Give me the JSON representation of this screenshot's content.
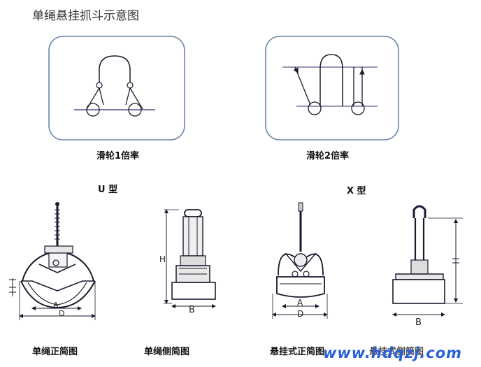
{
  "title": "单绳悬挂抓斗示意图",
  "pulley": {
    "left_caption": "滑轮1倍率",
    "right_caption": "滑轮2倍率"
  },
  "types": {
    "u_label": "U 型",
    "x_label": "X 型"
  },
  "views": {
    "u_front": {
      "caption": "单绳正简图",
      "dim_a": "A",
      "dim_d": "D"
    },
    "u_side": {
      "caption": "单绳侧简图",
      "dim_h": "H",
      "dim_b": "B"
    },
    "x_front": {
      "caption": "悬挂式正简图",
      "dim_a": "A",
      "dim_d": "D"
    },
    "x_side": {
      "caption": "悬挂式侧简图",
      "dim_b": "B"
    }
  },
  "watermark": "www.hdqzj.com",
  "colors": {
    "line": "#1a1a2e",
    "panel_border": "#6a86a8",
    "watermark": "#2a5fd6",
    "guide": "#2a2f6b"
  }
}
